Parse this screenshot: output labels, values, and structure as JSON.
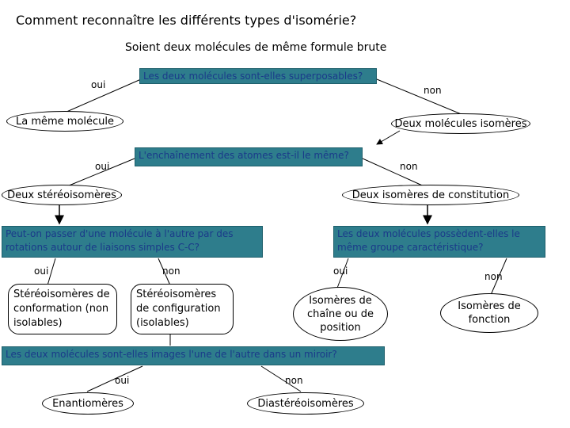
{
  "title": "Comment reconnaître les différents types d'isomérie?",
  "subtitle": "Soient deux molécules de même formule brute",
  "questions": {
    "q1": "Les deux molécules sont-elles superposables?",
    "q2": "L'enchaînement des atomes est-il le même?",
    "q3": "Peut-on passer d'une molécule à l'autre par des rotations autour de liaisons simples C-C?",
    "q4": "Les deux molécules possèdent-elles le même groupe caractéristique?",
    "q5": "Les deux molécules sont-elles images l'une de l'autre dans un miroir?"
  },
  "answers": {
    "same_molecule": "La même molécule",
    "isomers": "Deux molécules isomères",
    "stereoisomers": "Deux stéréoisomères",
    "constitution": "Deux isomères de constitution",
    "conformation": "Stéréoisomères de conformation (non isolables)",
    "configuration": "Stéréoisomères de configuration (isolables)",
    "chain": "Isomères de chaîne ou de position",
    "function": "Isomères de fonction",
    "enantiomers": "Enantiomères",
    "diastereomers": "Diastéréoisomères"
  },
  "labels": {
    "yes": "oui",
    "no": "non"
  },
  "colors": {
    "question_fill": "#2e7d8c",
    "question_text": "#1a3a8a"
  }
}
